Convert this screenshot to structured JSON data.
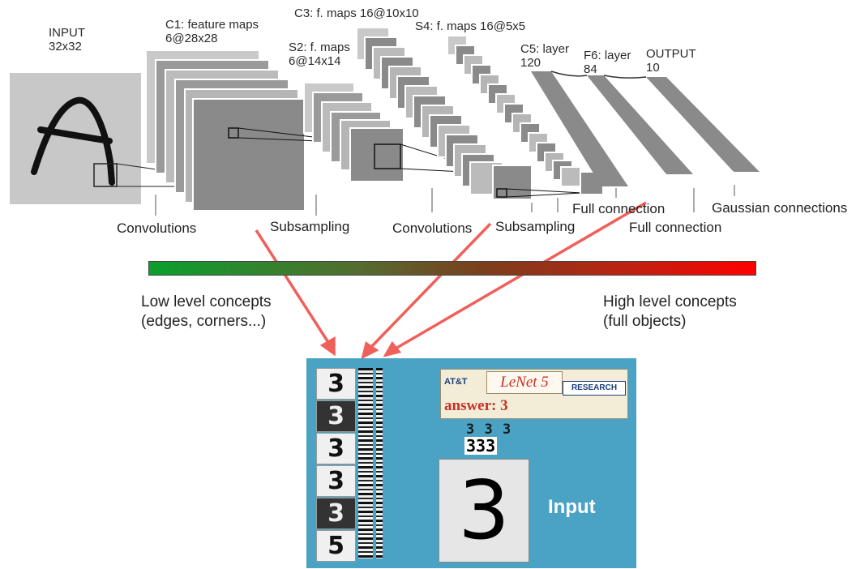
{
  "network": {
    "input_label": "INPUT\n32x32",
    "c1_label": "C1: feature maps\n6@28x28",
    "s2_label": "S2: f. maps\n6@14x14",
    "c3_label": "C3: f. maps 16@10x10",
    "s4_label": "S4: f. maps 16@5x5",
    "c5_label": "C5: layer\n120",
    "f6_label": "F6: layer\n84",
    "output_label": "OUTPUT\n10",
    "input_letter": "A"
  },
  "operations": {
    "convolutions_1": "Convolutions",
    "subsampling_1": "Subsampling",
    "convolutions_2": "Convolutions",
    "subsampling_2": "Subsampling",
    "full_connection_1": "Full connection",
    "full_connection_2": "Full connection",
    "gaussian": "Gaussian connections"
  },
  "scale": {
    "low_level": "Low level concepts\n(edges, corners...)",
    "high_level": "High level concepts\n(full objects)",
    "color_low": "#0a9f2c",
    "color_high": "#ff0000"
  },
  "arrow_color": "#f0605a",
  "lenet_demo": {
    "att": "AT&T",
    "title": "LeNet 5",
    "research": "RESEARCH",
    "answer": "answer:   3",
    "digits_top": "3 3 3",
    "digits_mid": "333",
    "input_digit": "3",
    "input_label": "Input",
    "thumbs": [
      "3",
      "3",
      "3",
      "3",
      "3",
      "5"
    ],
    "panel_color": "#4aa3c5"
  }
}
